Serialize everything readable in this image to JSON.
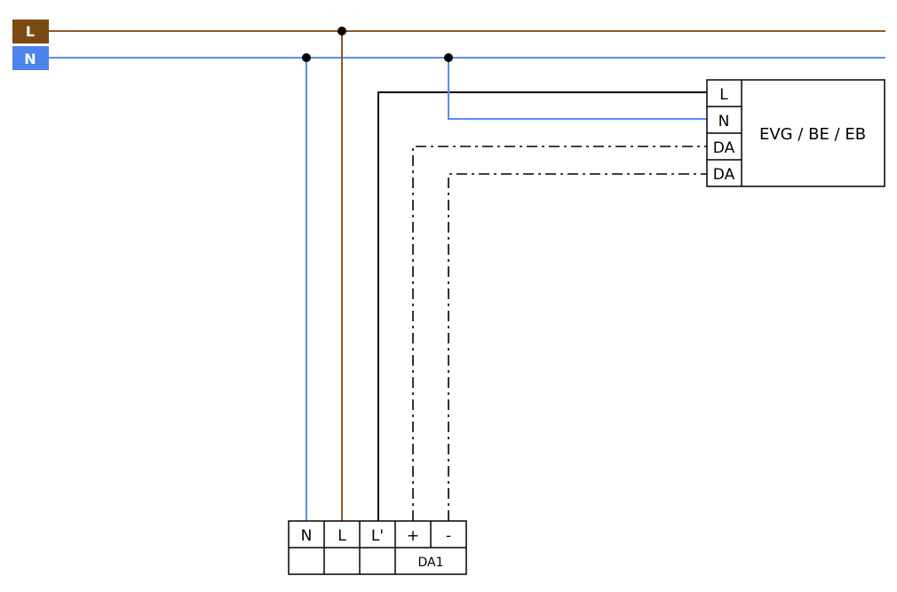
{
  "bus": {
    "l_label": "L",
    "n_label": "N",
    "l_color": "#8B5A2B",
    "n_color": "#5A8EF0"
  },
  "device": {
    "name": "EVG / BE / EB",
    "terminals": [
      "L",
      "N",
      "DA",
      "DA"
    ]
  },
  "module": {
    "terminals": [
      "N",
      "L",
      "L'",
      "+",
      "-"
    ],
    "label": "DA1"
  },
  "colors": {
    "wire_black": "#000000",
    "dali_dashdot": "#000000"
  }
}
